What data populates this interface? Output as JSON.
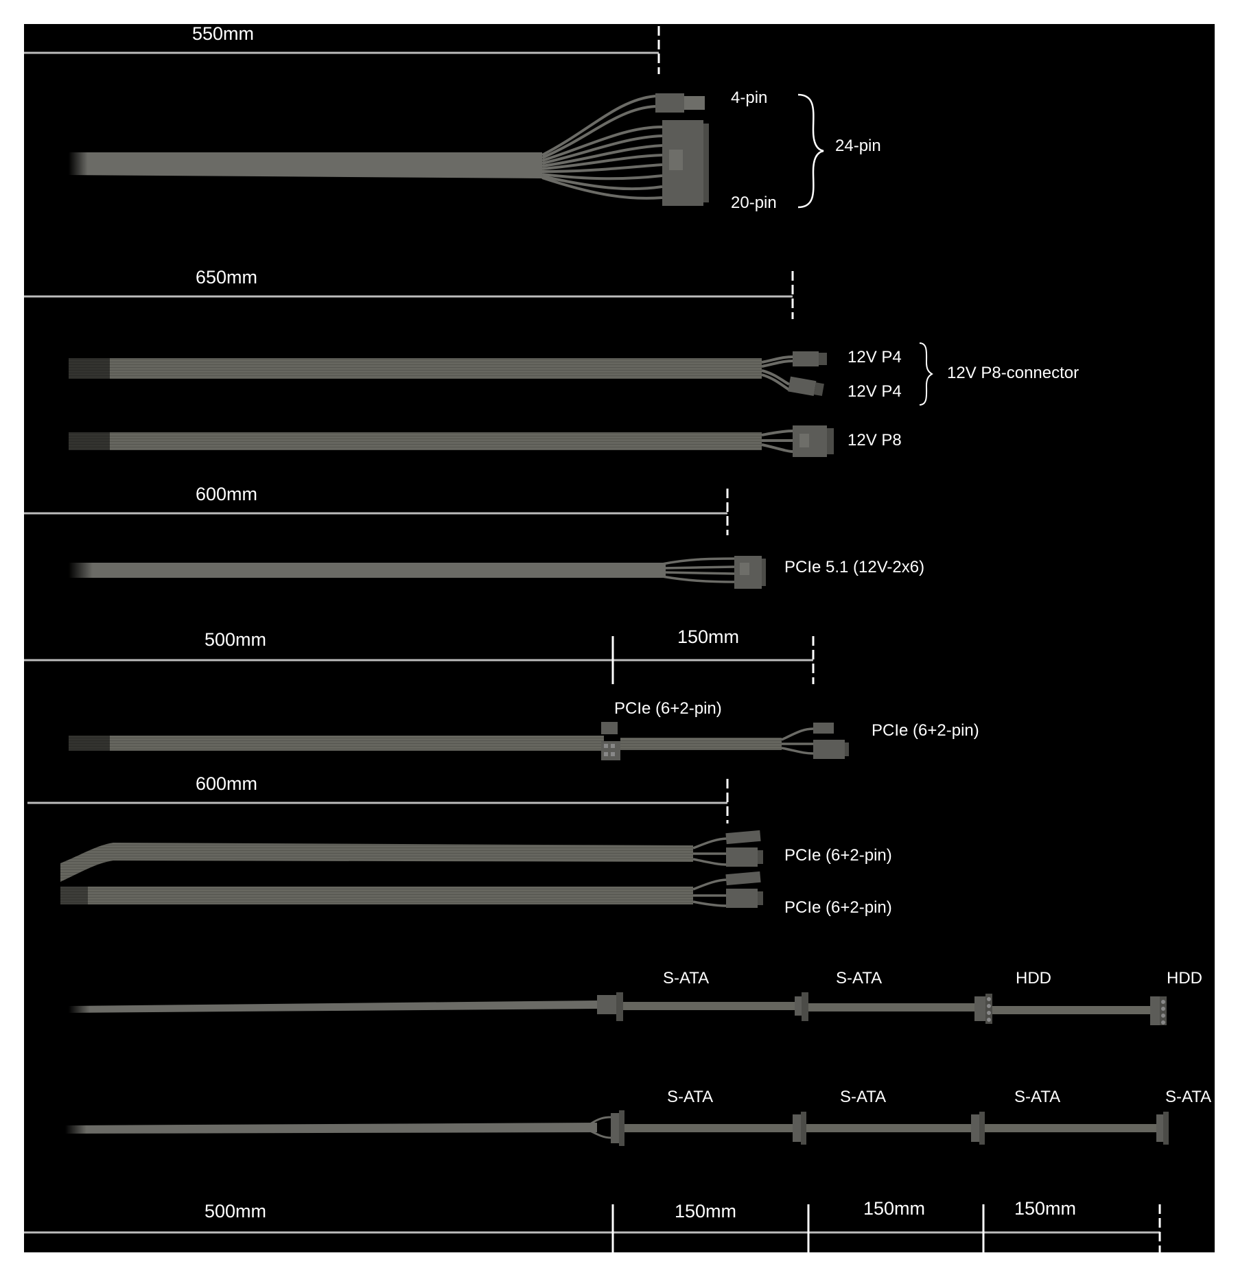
{
  "colors": {
    "background": "#000000",
    "page": "#ffffff",
    "cable": "#6b6b66",
    "connector": "#5c5c58",
    "measure_line": "#bdbdbd",
    "text": "#ffffff"
  },
  "cables": {
    "atx": {
      "length": "550mm",
      "pin4": "4-pin",
      "pin24": "24-pin",
      "pin20": "20-pin"
    },
    "cpu": {
      "length": "650mm",
      "p4_a": "12V P4",
      "p4_b": "12V P4",
      "p8_connector": "12V P8-connector",
      "p8": "12V P8"
    },
    "pcie51": {
      "length": "600mm",
      "label": "PCIe 5.1 (12V-2x6)"
    },
    "pcie_daisy": {
      "length_main": "500mm",
      "length_ext": "150mm",
      "conn_mid": "PCIe (6+2-pin)",
      "conn_end": "PCIe (6+2-pin)"
    },
    "pcie_dual": {
      "length": "600mm",
      "conn_a": "PCIe (6+2-pin)",
      "conn_b": "PCIe (6+2-pin)"
    },
    "sata_hdd": {
      "conn1": "S-ATA",
      "conn2": "S-ATA",
      "conn3": "HDD",
      "conn4": "HDD"
    },
    "sata4": {
      "conn1": "S-ATA",
      "conn2": "S-ATA",
      "conn3": "S-ATA",
      "conn4": "S-ATA"
    },
    "sata_lengths": {
      "main": "500mm",
      "seg1": "150mm",
      "seg2": "150mm",
      "seg3": "150mm"
    }
  }
}
